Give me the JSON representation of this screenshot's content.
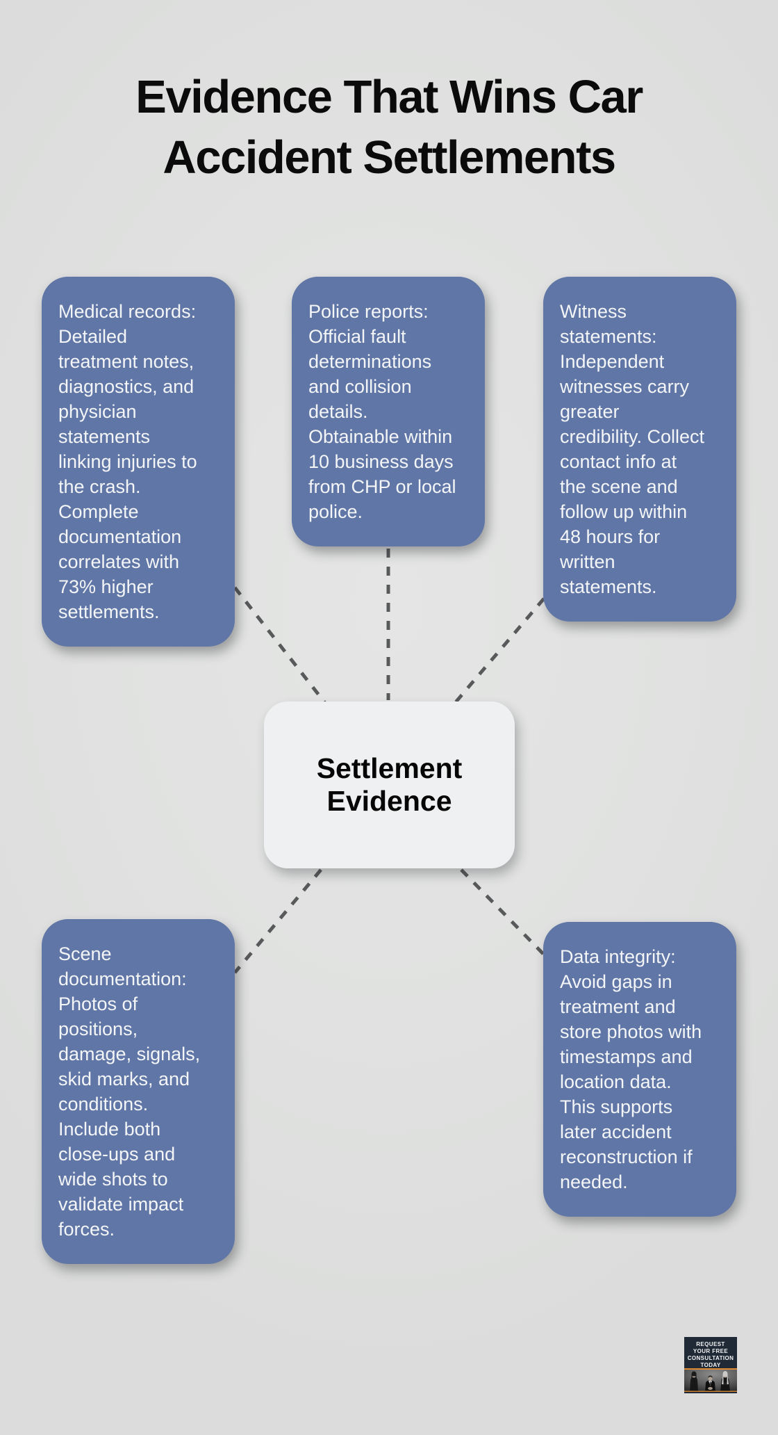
{
  "title": "Evidence That Wins Car\nAccident Settlements",
  "center": {
    "label": "Settlement\nEvidence"
  },
  "nodes": [
    {
      "id": "medical-records",
      "text": "Medical records:\nDetailed\ntreatment notes,\ndiagnostics, and\nphysician\nstatements\nlinking injuries to\nthe crash.\nComplete\ndocumentation\ncorrelates with\n73% higher\nsettlements."
    },
    {
      "id": "police-reports",
      "text": "Police reports:\nOfficial fault\ndeterminations\nand collision\ndetails.\nObtainable within\n10 business days\nfrom CHP or local\npolice."
    },
    {
      "id": "witness-statements",
      "text": "Witness\nstatements:\nIndependent\nwitnesses carry\ngreater\ncredibility. Collect\ncontact info at\nthe scene and\nfollow up within\n48 hours for\nwritten\nstatements."
    },
    {
      "id": "scene-documentation",
      "text": "Scene\ndocumentation:\nPhotos of\npositions,\ndamage, signals,\nskid marks, and\nconditions.\nInclude both\nclose-ups and\nwide shots to\nvalidate impact\nforces."
    },
    {
      "id": "data-integrity",
      "text": "Data integrity:\nAvoid gaps in\ntreatment and\nstore photos with\ntimestamps and\nlocation data.\nThis supports\nlater accident\nreconstruction if\nneeded."
    }
  ],
  "badge": {
    "lines": [
      "REQUEST",
      "YOUR FREE",
      "CONSULTATION",
      "TODAY"
    ]
  },
  "colors": {
    "background": "#e0e1e0",
    "node_fill": "#6076a6",
    "node_text": "#f3f5f7",
    "center_fill": "#eff0f1",
    "connector": "#58595b",
    "badge_navy": "#202a36",
    "badge_orange": "#dd8a33"
  }
}
